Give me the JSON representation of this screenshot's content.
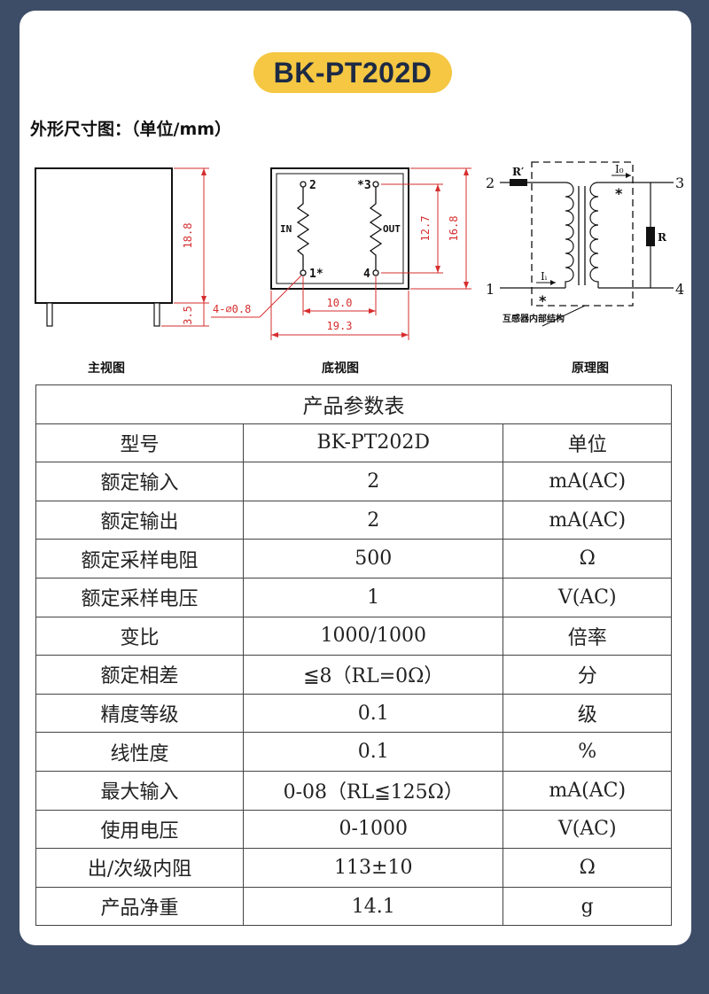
{
  "title": "BK-PT202D",
  "dimension_heading": "外形尺寸图：（单位/mm）",
  "drawings": {
    "front_view": {
      "caption": "主视图",
      "height_label": "18.8",
      "pin_label": "3.5"
    },
    "bottom_view": {
      "caption": "底视图",
      "pin_2": "2",
      "pin_3": "*3",
      "pin_1": "1*",
      "pin_4": "4",
      "in_label": "IN",
      "out_label": "OUT",
      "dim_12_7": "12.7",
      "dim_16_8": "16.8",
      "dim_10_0": "10.0",
      "dim_19_3": "19.3",
      "hole_label": "4-⌀0.8"
    },
    "schematic": {
      "caption": "原理图",
      "pin_2": "2",
      "pin_3": "3",
      "pin_1": "1",
      "pin_4": "4",
      "r_prime": "R′",
      "io": "I₀",
      "ii": "Iᵢ",
      "r": "R",
      "star": "*",
      "internal_label": "互感器内部结构"
    }
  },
  "table": {
    "caption": "产品参数表",
    "header": [
      "型号",
      "BK-PT202D",
      "单位"
    ],
    "rows": [
      [
        "额定输入",
        "2",
        "mA(AC)"
      ],
      [
        "额定输出",
        "2",
        "mA(AC)"
      ],
      [
        "额定采样电阻",
        "500",
        "Ω"
      ],
      [
        "额定采样电压",
        "1",
        "V(AC)"
      ],
      [
        "变比",
        "1000/1000",
        "倍率"
      ],
      [
        "额定相差",
        "≦8（RL=0Ω）",
        "分"
      ],
      [
        "精度等级",
        "0.1",
        "级"
      ],
      [
        "线性度",
        "0.1",
        "%"
      ],
      [
        "最大输入",
        "0-08（RL≦125Ω）",
        "mA(AC)"
      ],
      [
        "使用电压",
        "0-1000",
        "V(AC)"
      ],
      [
        "出/次级内阻",
        "113±10",
        "Ω"
      ],
      [
        "产品净重",
        "14.1",
        "g"
      ]
    ]
  },
  "colors": {
    "background": "#3e4d67",
    "card": "#ffffff",
    "accent": "#f5c742",
    "dimension_red": "#d62e2e"
  }
}
